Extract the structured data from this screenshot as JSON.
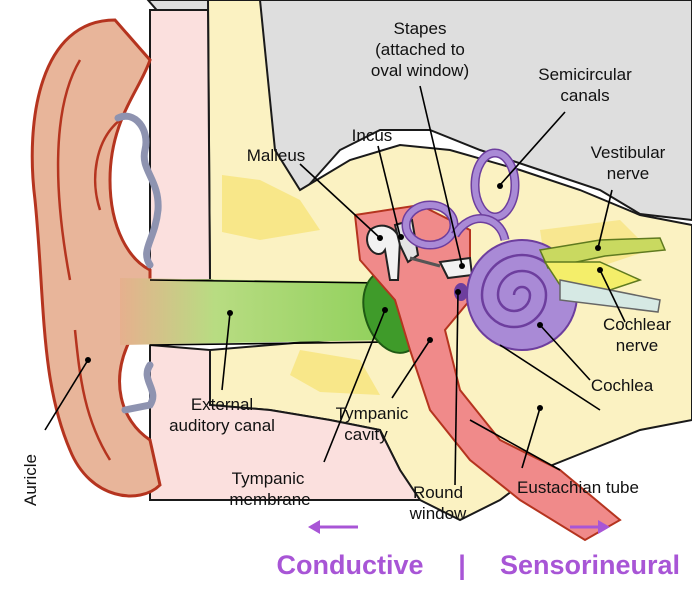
{
  "labels": {
    "stapes": [
      "Stapes",
      "(attached to",
      "oval window)"
    ],
    "semicircular": [
      "Semicircular",
      "canals"
    ],
    "incus": "Incus",
    "malleus": "Malleus",
    "vestibular": [
      "Vestibular",
      "nerve"
    ],
    "cochlear_nerve": [
      "Cochlear",
      "nerve"
    ],
    "cochlea": "Cochlea",
    "external_canal": [
      "External",
      "auditory canal"
    ],
    "tympanic_cavity": [
      "Tympanic",
      "cavity"
    ],
    "tympanic_membrane": [
      "Tympanic",
      "membrane"
    ],
    "round_window": [
      "Round",
      "window"
    ],
    "eustachian": "Eustachian tube",
    "auricle": "Auricle"
  },
  "bottom": {
    "conductive": "Conductive",
    "sensorineural": "Sensorineural",
    "divider": "|"
  },
  "colors": {
    "accent_purple": "#a855d6",
    "skin": "#e8b59a",
    "skin_dark": "#b5341f",
    "bone_yellow": "#fbf2c2",
    "canal_green": "#a6d85a",
    "membrane_green": "#3f9b2a",
    "cochlea_purple": "#a98ad6",
    "tube_red": "#f08a8a",
    "skull_gray": "#dedede"
  }
}
